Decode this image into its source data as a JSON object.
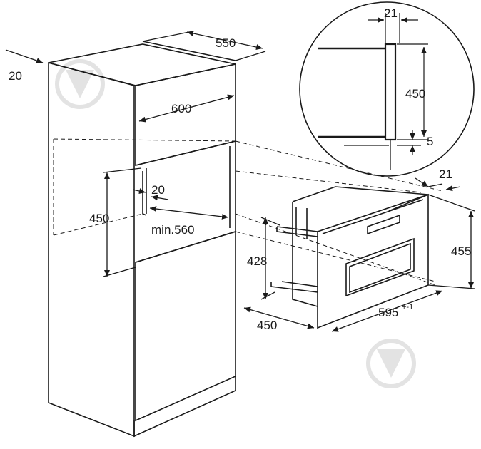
{
  "diagram": {
    "top_depth": "20",
    "cabinet_depth": "550",
    "cabinet_width": "600",
    "niche_height": "450",
    "panel_gap": "20",
    "min_width": "min.560",
    "detail_gap": "21",
    "detail_height": "450",
    "detail_offset": "5",
    "appliance_depth_offset": "21",
    "appliance_height": "455",
    "appliance_inner_height": "428",
    "appliance_depth": "450",
    "appliance_width": "595",
    "appliance_width_tol": "+-1"
  },
  "colors": {
    "line": "#1a1a1a",
    "watermark": "#e6e6e6"
  }
}
